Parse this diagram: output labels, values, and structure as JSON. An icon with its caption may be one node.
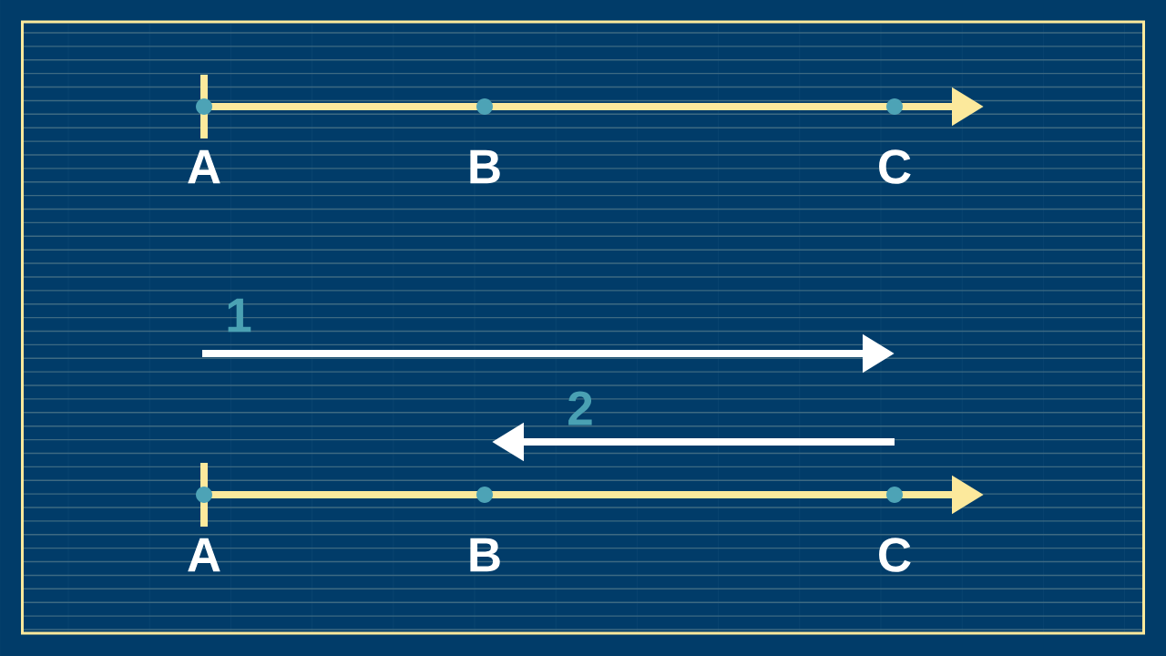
{
  "diagram": {
    "nodes": [
      {
        "text": [],
        "shape": "circle",
        "beside": [
          "A"
        ]
      },
      {
        "text": [],
        "shape": "circle",
        "beside": [
          "B"
        ]
      },
      {
        "text": [],
        "shape": "circle",
        "beside": [
          "C"
        ]
      },
      {
        "text": [],
        "shape": "circle",
        "beside": [
          "A"
        ]
      },
      {
        "text": [],
        "shape": "circle",
        "beside": [
          "B"
        ]
      },
      {
        "text": [],
        "shape": "circle",
        "beside": [
          "C"
        ]
      }
    ],
    "labels": [
      "1",
      "2"
    ]
  }
}
